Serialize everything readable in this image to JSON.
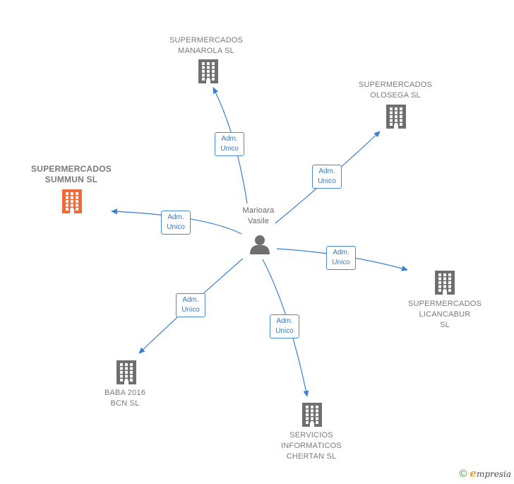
{
  "center": {
    "name": "Marioara\nVasile"
  },
  "companies": [
    {
      "key": "manarola",
      "name": "SUPERMERCADOS\nMANAROLA  SL",
      "highlight": false
    },
    {
      "key": "olosega",
      "name": "SUPERMERCADOS\nOLOSEGA  SL",
      "highlight": false
    },
    {
      "key": "summun",
      "name": "SUPERMERCADOS\nSUMMUN  SL",
      "highlight": true
    },
    {
      "key": "licancabur",
      "name": "SUPERMERCADOS\nLICANCABUR\nSL",
      "highlight": false
    },
    {
      "key": "baba",
      "name": "BABA 2016\nBCN  SL",
      "highlight": false
    },
    {
      "key": "servicios",
      "name": "SERVICIOS\nINFORMATICOS\nCHERTAN  SL",
      "highlight": false
    }
  ],
  "edge_label": {
    "line1": "Adm.",
    "line2": "Unico"
  },
  "colors": {
    "edge": "#3a7fd0",
    "building": "#6f6f6f",
    "highlight": "#f06a3a",
    "person": "#6f6f6f"
  },
  "footer": {
    "copyright_symbol": "©",
    "brand_first": "e",
    "brand_rest": "mpresia"
  }
}
